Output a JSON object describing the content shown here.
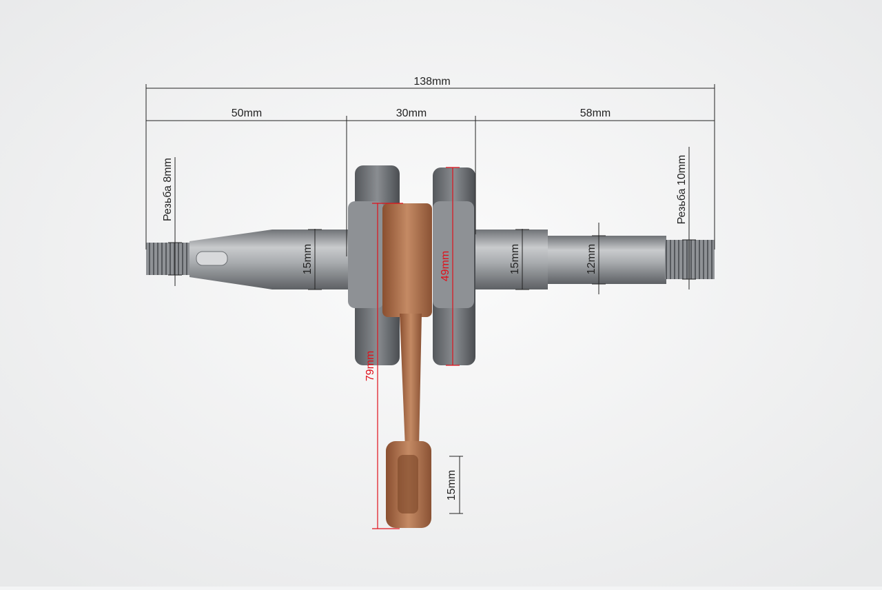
{
  "dimensions": {
    "overall_length": "138mm",
    "left_shaft_length": "50mm",
    "crank_width": "30mm",
    "right_shaft_length": "58mm",
    "left_thread": "Резьба 8mm",
    "right_thread": "Резьба 10mm",
    "left_shaft_diameter": "15mm",
    "right_shaft_diameter": "15mm",
    "right_shaft_end_diameter": "12mm",
    "web_diameter": "49mm",
    "conrod_length": "79mm",
    "small_end_diameter": "15mm"
  },
  "colors": {
    "dimension_line": "#222222",
    "highlight_dimension": "#e0101a",
    "steel": "#9a9da1",
    "copper": "#b9774f"
  }
}
